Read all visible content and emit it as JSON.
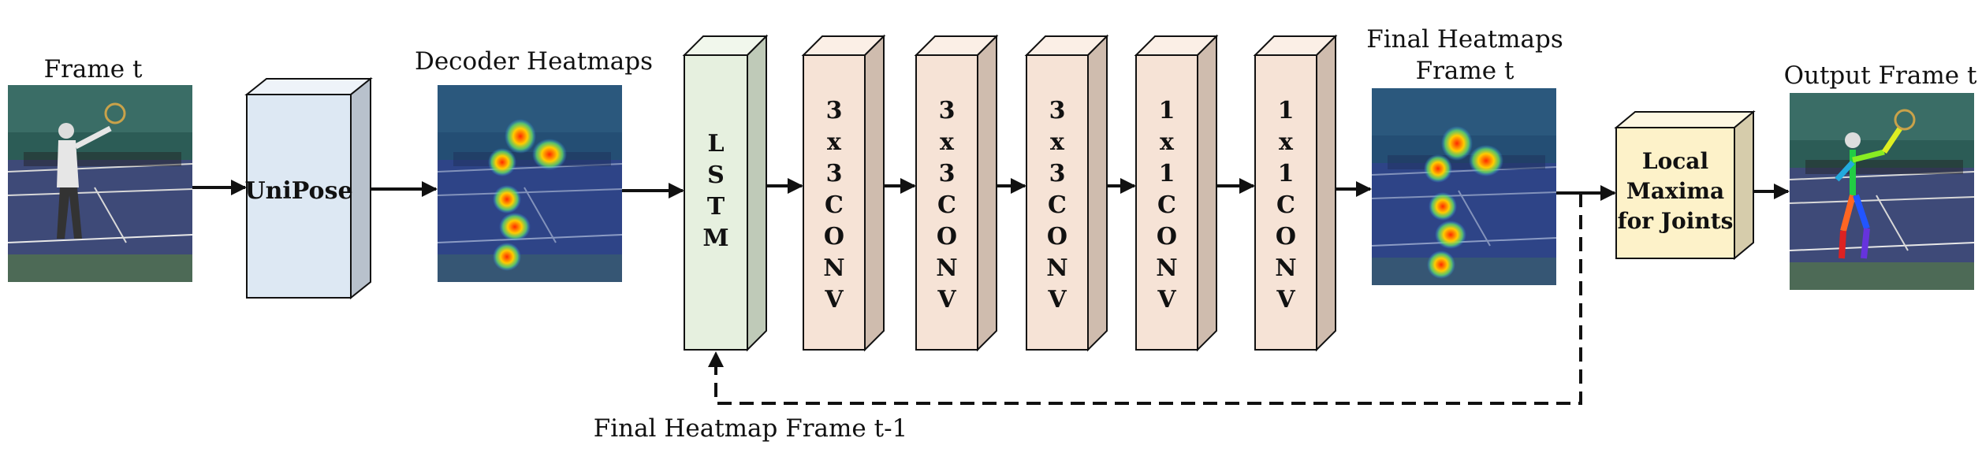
{
  "labels": {
    "frame_t": "Frame t",
    "decoder_heatmaps": "Decoder Heatmaps",
    "final_heatmaps_line1": "Final Heatmaps",
    "final_heatmaps_line2": "Frame t",
    "output_frame": "Output Frame t",
    "feedback": "Final Heatmap Frame t-1"
  },
  "blocks": {
    "unipose": "UniPose",
    "lstm": [
      "L",
      "S",
      "T",
      "M"
    ],
    "conv1": [
      "3",
      "x",
      "3",
      "C",
      "O",
      "N",
      "V"
    ],
    "conv2": [
      "3",
      "x",
      "3",
      "C",
      "O",
      "N",
      "V"
    ],
    "conv3": [
      "3",
      "x",
      "3",
      "C",
      "O",
      "N",
      "V"
    ],
    "conv4": [
      "1",
      "x",
      "1",
      "C",
      "O",
      "N",
      "V"
    ],
    "conv5": [
      "1",
      "x",
      "1",
      "C",
      "O",
      "N",
      "V"
    ],
    "local_maxima": [
      "Local",
      "Maxima",
      "for Joints"
    ]
  },
  "colors": {
    "unipose_front": "#dde8f3",
    "unipose_side": "#b8c1cc",
    "lstm_front": "#e6f0df",
    "lstm_side": "#bfcab8",
    "conv_front": "#f6e3d6",
    "conv_side": "#cfbcae",
    "maxima_front": "#fdf2c9",
    "maxima_side": "#d6ccab",
    "court": "#3e4a78",
    "wall": "#2f5e58",
    "heat": "#ffdd22"
  }
}
